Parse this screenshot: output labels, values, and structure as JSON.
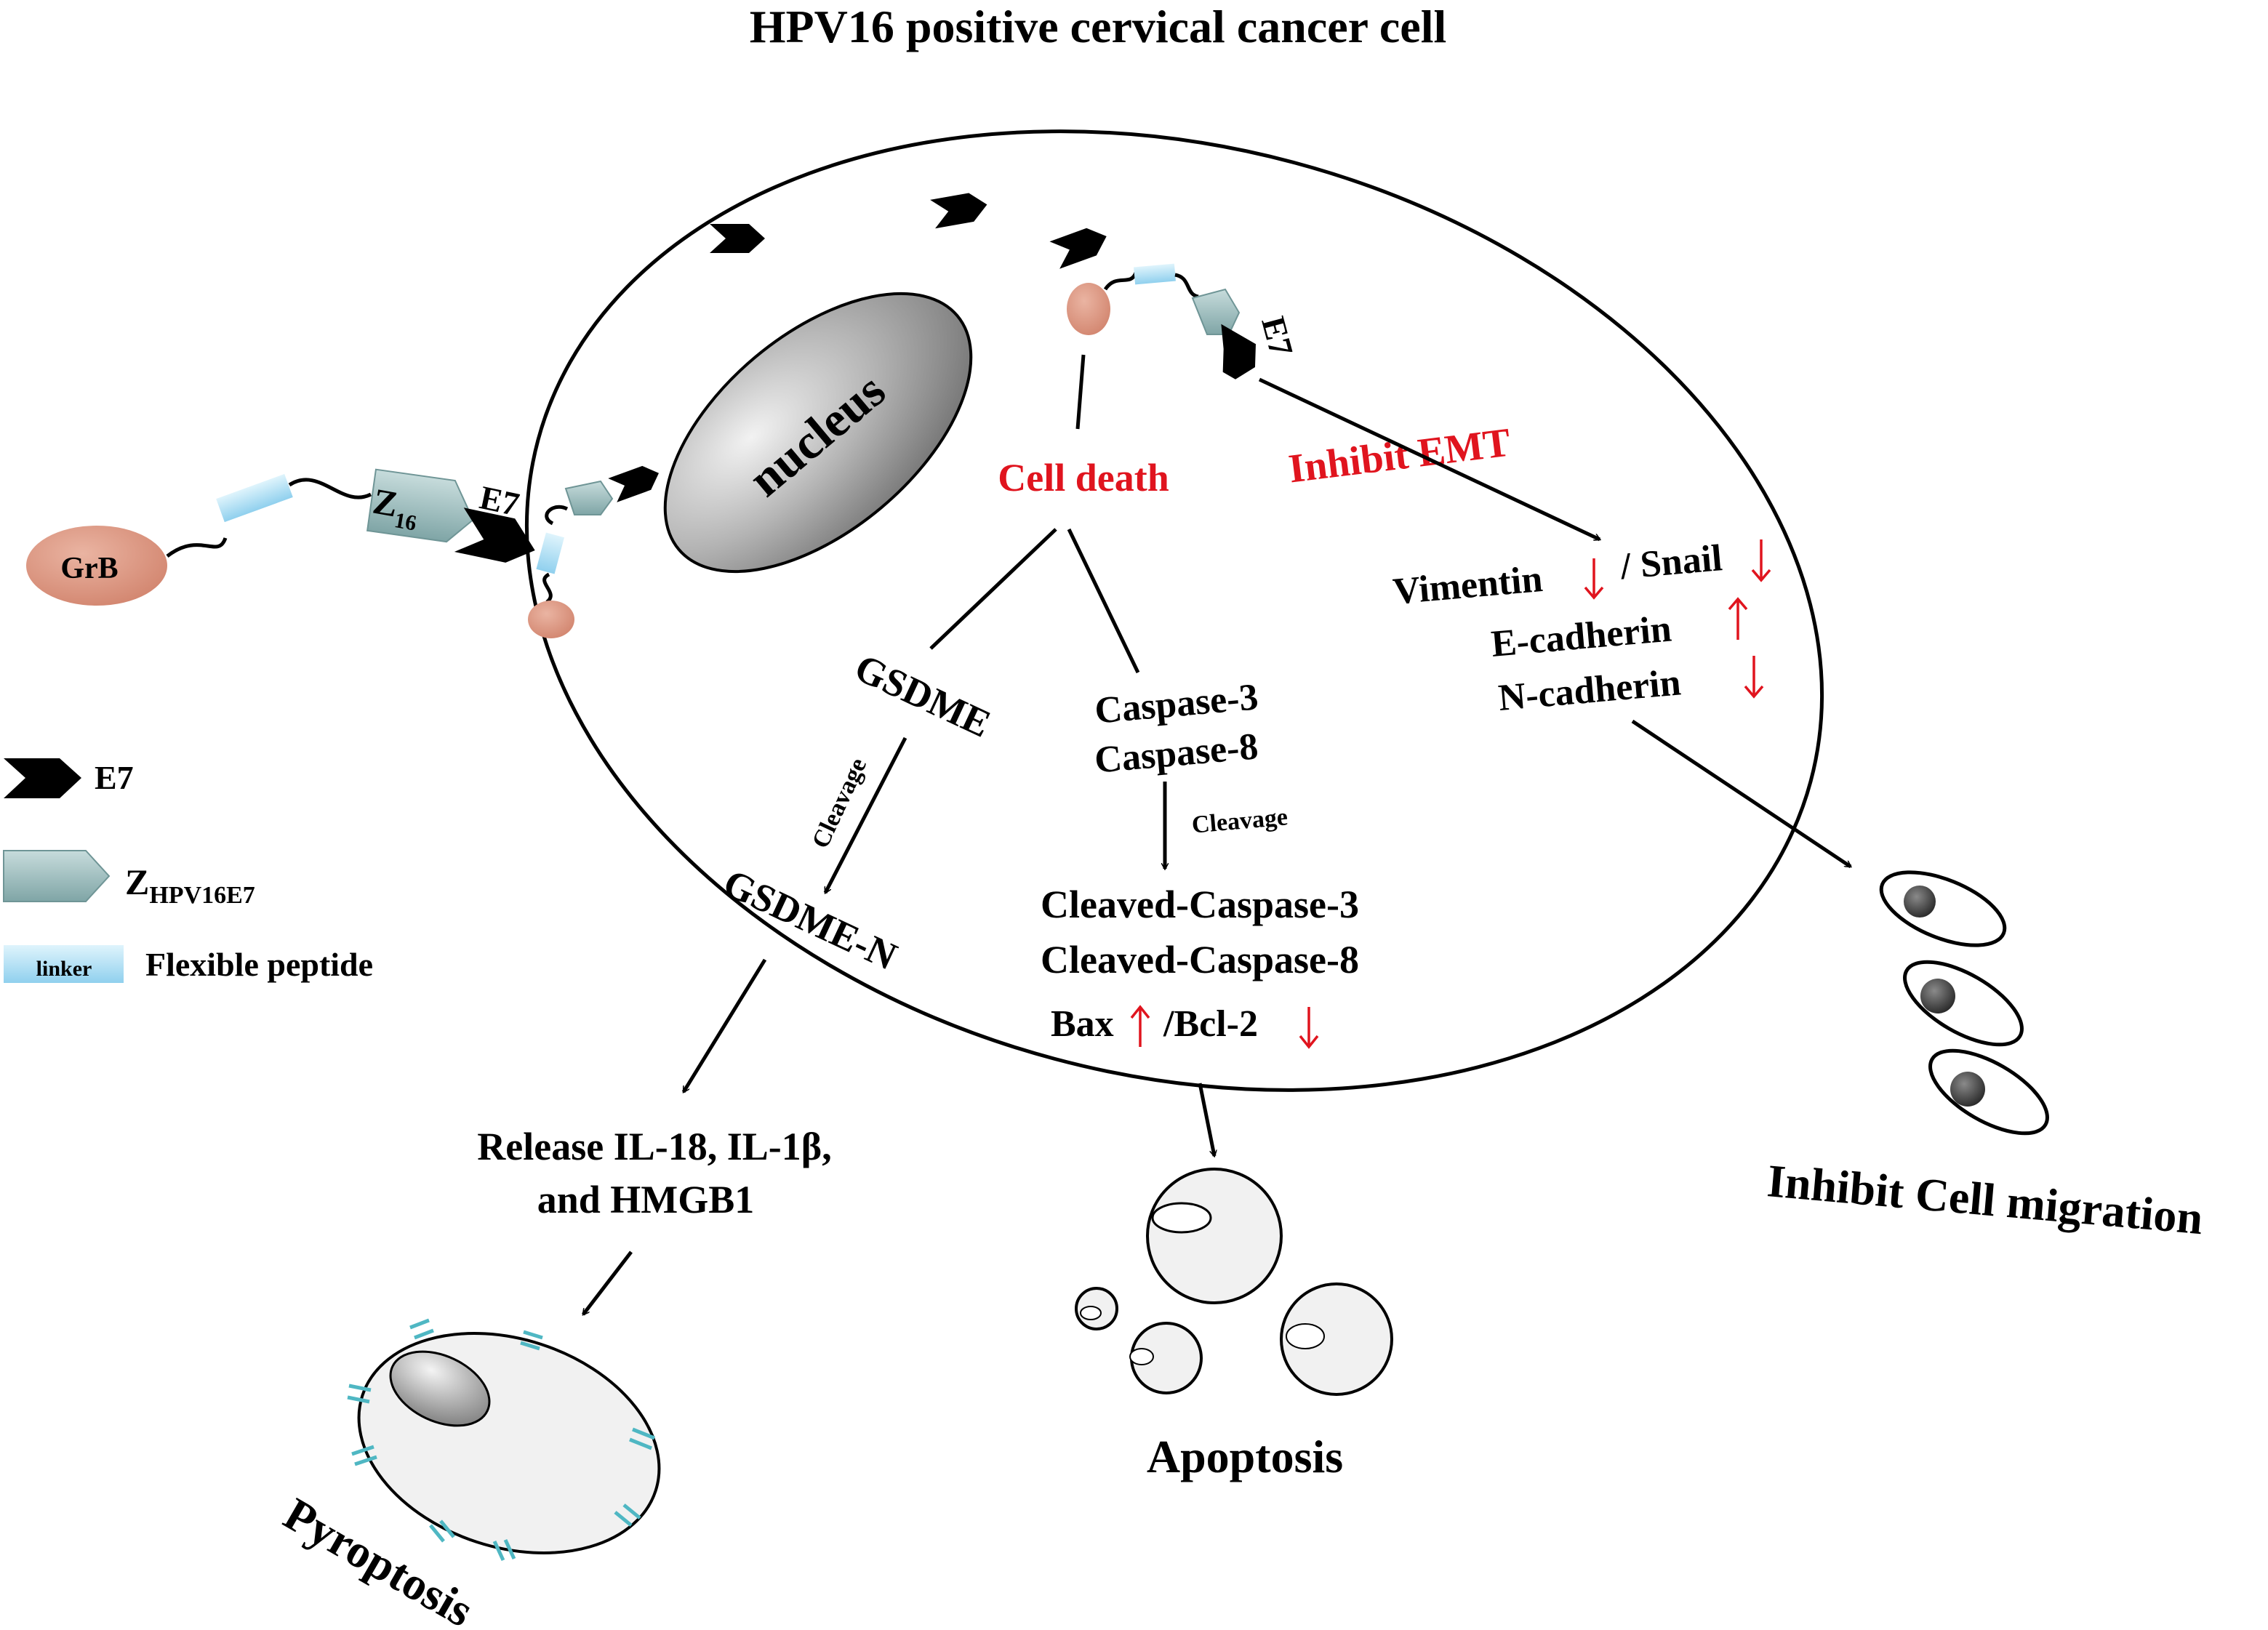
{
  "title": "HPV16 positive cervical cancer cell",
  "labels": {
    "nucleus": "nucleus",
    "grb": "GrB",
    "z": "Z",
    "z_sub": "16",
    "e7": "E7",
    "cell_death": "Cell death",
    "inhibit_emt": "Inhibit EMT",
    "gsdme": "GSDME",
    "cleavage": "Cleavage",
    "gsdme_n": "GSDME-N",
    "caspase3": "Caspase-3",
    "caspase8": "Caspase-8",
    "cleaved_caspase3": "Cleaved-Caspase-3",
    "cleaved_caspase8": "Cleaved-Caspase-8",
    "bax": "Bax",
    "bcl2": "/Bcl-2",
    "vimentin": "Vimentin",
    "snail": "/ Snail",
    "e_cadherin": "E-cadherin",
    "n_cadherin": "N-cadherin",
    "release_1": "Release IL-18, IL-1β,",
    "release_2": "and HMGB1",
    "pyroptosis": "Pyroptosis",
    "apoptosis": "Apoptosis",
    "inhibit_migration": "Inhibit Cell migration"
  },
  "legend": [
    {
      "name": "E7",
      "label": "E7"
    },
    {
      "name": "Z",
      "label": "Z",
      "sub": "HPV16E7"
    },
    {
      "name": "linker",
      "label": "Flexible peptide",
      "swatch_text": "linker"
    }
  ],
  "colors": {
    "red": "#e0141e",
    "grb_fill": "#d9927c",
    "z_fill": "#96b8b9",
    "linker_fill": "#a8dcf2",
    "nucleus_fill": "#9a9a9a",
    "membrane_tick": "#4fb7c3"
  }
}
